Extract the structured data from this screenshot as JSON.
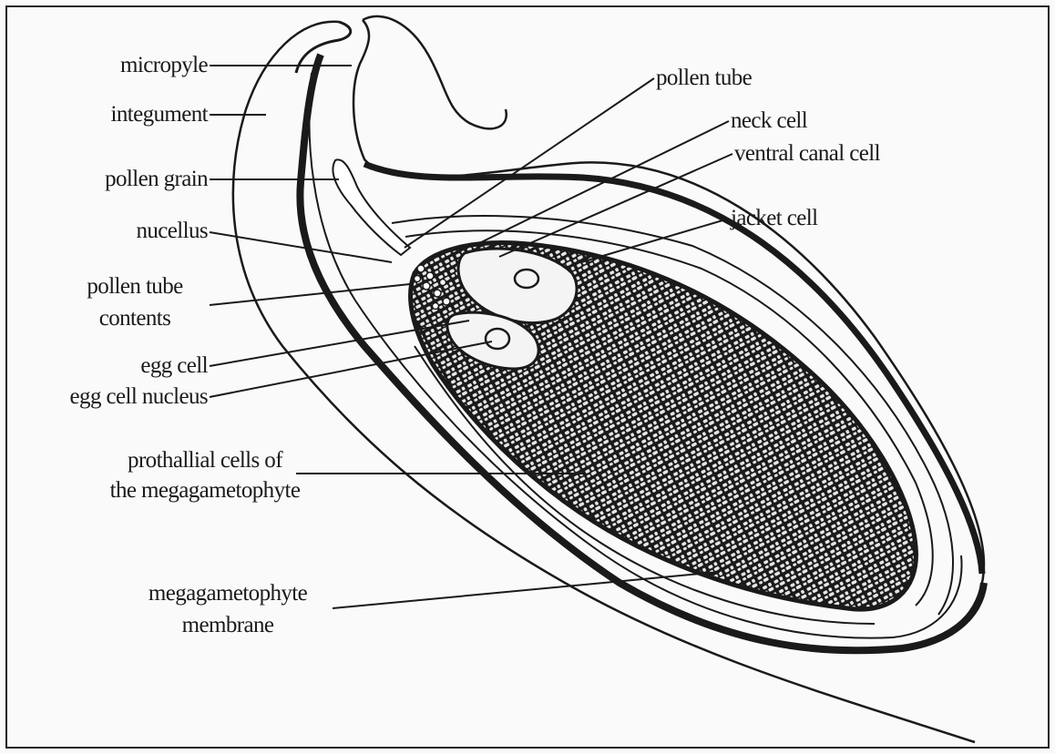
{
  "labels": {
    "micropyle": "micropyle",
    "integument": "integument",
    "pollen_grain": "pollen grain",
    "nucellus": "nucellus",
    "pollen_tube_contents_1": "pollen tube",
    "pollen_tube_contents_2": "contents",
    "egg_cell": "egg cell",
    "egg_cell_nucleus": "egg cell nucleus",
    "prothallial_1": "prothallial cells of",
    "prothallial_2": "the megagametophyte",
    "membrane_1": "megagametophyte",
    "membrane_2": "membrane",
    "pollen_tube": "pollen tube",
    "neck_cell": "neck cell",
    "ventral_canal_cell": "ventral canal cell",
    "jacket_cell": "jacket cell"
  },
  "colors": {
    "ink": "#1a1a1a",
    "paper": "#fafafa",
    "cell_fill": "#e6e6e6"
  }
}
